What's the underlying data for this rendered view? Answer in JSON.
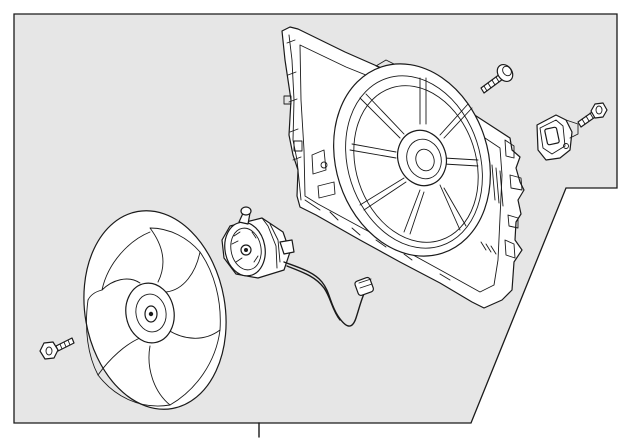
{
  "diagram": {
    "background_panel_color": "#e6e6e6",
    "line_color": "#1a1a1a",
    "parts": [
      {
        "id": "fan-shroud",
        "kind": "fan shroud frame"
      },
      {
        "id": "fan-motor",
        "kind": "fan motor with wiring harness"
      },
      {
        "id": "fan-blade",
        "kind": "fan blade"
      },
      {
        "id": "fan-bolt",
        "kind": "bolt"
      },
      {
        "id": "shroud-screw",
        "kind": "screw"
      },
      {
        "id": "resistor-bolt",
        "kind": "bolt"
      },
      {
        "id": "resistor",
        "kind": "resistor / control module"
      }
    ]
  }
}
